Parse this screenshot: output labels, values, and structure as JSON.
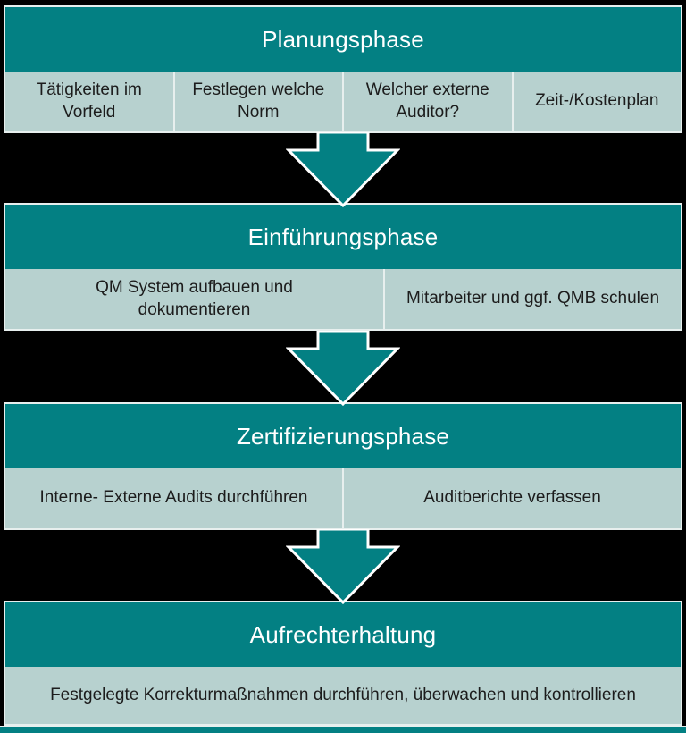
{
  "colors": {
    "teal": "#038083",
    "light_cell": "#b7d1cf",
    "border": "#e7efee",
    "background": "#000000",
    "header_text": "#ffffff",
    "cell_text": "#1c1c1c"
  },
  "phases": [
    {
      "title": "Planungsphase",
      "items": [
        "Tätigkeiten im Vorfeld",
        "Festlegen welche Norm",
        "Welcher externe Auditor?",
        "Zeit-/Kostenplan"
      ]
    },
    {
      "title": "Einführungsphase",
      "items": [
        "QM System aufbauen und dokumentieren",
        "Mitarbeiter und ggf. QMB schulen"
      ]
    },
    {
      "title": "Zertifizierungsphase",
      "items": [
        "Interne- Externe Audits durchführen",
        "Auditberichte verfassen"
      ]
    },
    {
      "title": "Aufrechterhaltung",
      "items": [
        "Festgelegte Korrekturmaßnahmen durchführen, überwachen und kontrollieren"
      ]
    }
  ]
}
